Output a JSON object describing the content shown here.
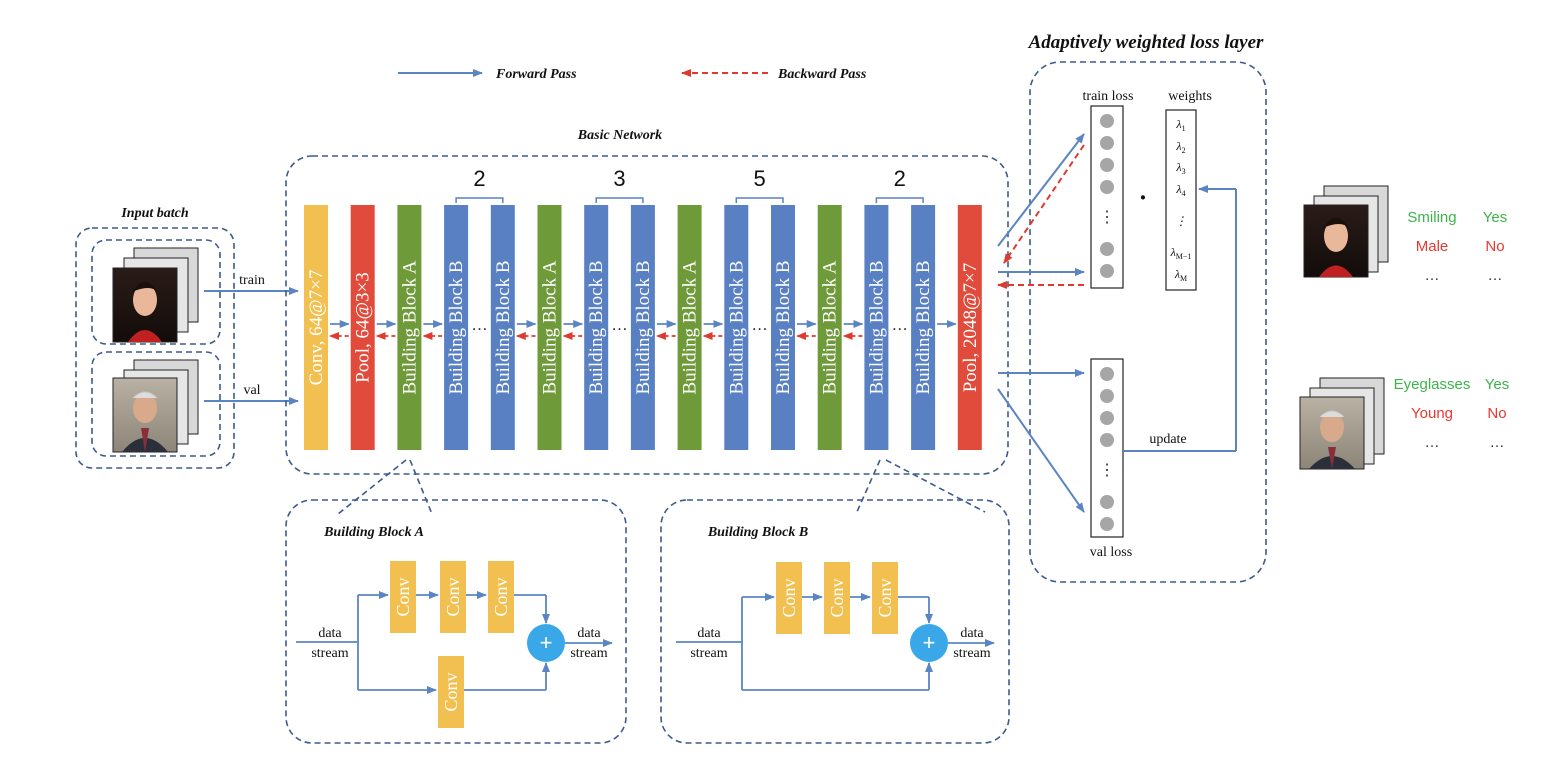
{
  "legend": {
    "forward": "Forward Pass",
    "backward": "Backward Pass"
  },
  "titles": {
    "loss_layer": "Adaptively weighted loss layer",
    "basic_network": "Basic Network",
    "input_batch": "Input batch",
    "block_a": "Building Block A",
    "block_b": "Building Block B"
  },
  "inputs": {
    "train": "train",
    "val": "val"
  },
  "network": {
    "blocks": [
      {
        "label": "Conv, 64@7×7",
        "kind": "conv"
      },
      {
        "label": "Pool, 64@3×3",
        "kind": "pool"
      },
      {
        "label": "Building Block A",
        "kind": "a"
      },
      {
        "label": "Building Block B",
        "kind": "b"
      },
      {
        "label": "Building Block B",
        "kind": "b"
      },
      {
        "label": "Building Block A",
        "kind": "a"
      },
      {
        "label": "Building Block B",
        "kind": "b"
      },
      {
        "label": "Building Block B",
        "kind": "b"
      },
      {
        "label": "Building Block A",
        "kind": "a"
      },
      {
        "label": "Building Block B",
        "kind": "b"
      },
      {
        "label": "Building Block B",
        "kind": "b"
      },
      {
        "label": "Building Block A",
        "kind": "a"
      },
      {
        "label": "Building Block B",
        "kind": "b"
      },
      {
        "label": "Building Block B",
        "kind": "b"
      },
      {
        "label": "Pool, 2048@7×7",
        "kind": "pool"
      }
    ],
    "repeat_counts": [
      "2",
      "3",
      "5",
      "2"
    ],
    "ellipsis": "…"
  },
  "loss": {
    "train_loss": "train loss",
    "weights": "weights",
    "val_loss": "val loss",
    "update": "update",
    "dot": "·",
    "weight_labels": [
      {
        "base": "λ",
        "sub": "1"
      },
      {
        "base": "λ",
        "sub": "2"
      },
      {
        "base": "λ",
        "sub": "3"
      },
      {
        "base": "λ",
        "sub": "4"
      },
      {
        "base": "⋮",
        "sub": ""
      },
      {
        "base": "λ",
        "sub": "M−1"
      },
      {
        "base": "λ",
        "sub": "M"
      }
    ]
  },
  "outputs": {
    "top": [
      {
        "attr": "Smiling",
        "value": "Yes",
        "color": "#3cb44b"
      },
      {
        "attr": "Male",
        "value": "No",
        "color": "#e8382f"
      },
      {
        "attr": "…",
        "value": "…",
        "color": "#333333"
      }
    ],
    "bottom": [
      {
        "attr": "Eyeglasses",
        "value": "Yes",
        "color": "#3cb44b"
      },
      {
        "attr": "Young",
        "value": "No",
        "color": "#e8382f"
      },
      {
        "attr": "…",
        "value": "…",
        "color": "#333333"
      }
    ]
  },
  "detail": {
    "conv": "Conv",
    "data_stream_1": "data",
    "data_stream_2": "stream",
    "plus": "+"
  },
  "colors": {
    "conv": "#f2c050",
    "pool": "#e04b3b",
    "block_a": "#6f9a3a",
    "block_b": "#5a80c4",
    "arrow_forward": "#5b84c4",
    "arrow_backward": "#e03a2e",
    "dashed_border": "#3d5a8a",
    "plus_circle": "#3aa8e8"
  }
}
